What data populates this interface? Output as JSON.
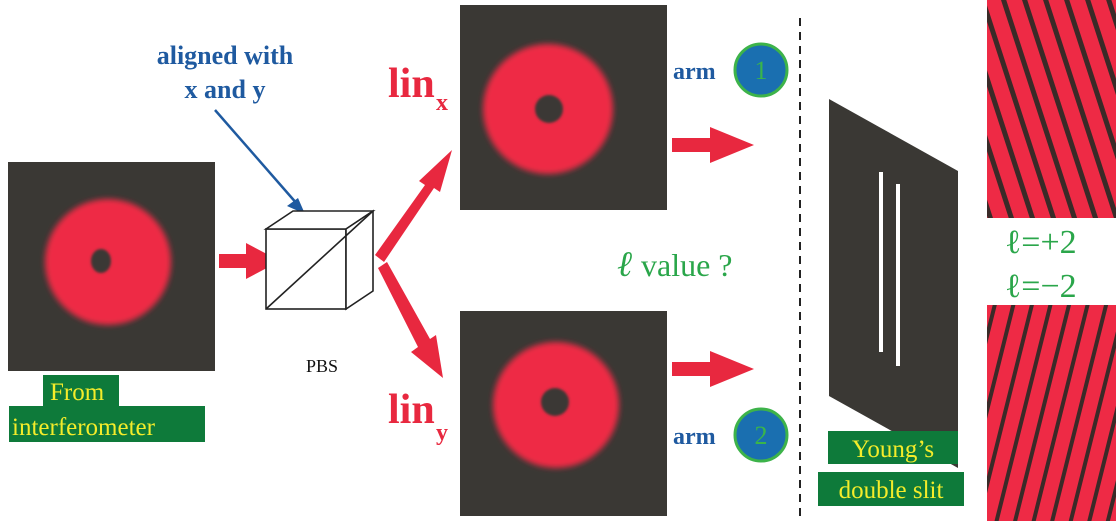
{
  "annotation": {
    "line1": "aligned with",
    "line2": "x and y"
  },
  "input": {
    "label_line1": "From",
    "label_line2": "interferometer"
  },
  "pbs": {
    "label": "PBS"
  },
  "outputs": {
    "top": {
      "lin": "lin",
      "sub": "x",
      "arm": "arm",
      "number": "1"
    },
    "bottom": {
      "lin": "lin",
      "sub": "y",
      "arm": "arm",
      "number": "2"
    }
  },
  "question": {
    "ell": "ℓ",
    "text": " value ?"
  },
  "slit": {
    "line1": "Young’s",
    "line2": "double slit"
  },
  "results": {
    "top": "ℓ=+2",
    "bottom": "ℓ=−2"
  },
  "colors": {
    "beam": "#ee2a45",
    "background_dark": "#3a3834",
    "arrow_red": "#e8283f",
    "text_blue": "#1f5aa0",
    "text_green": "#2aa64a",
    "highlight_green": "#0e7a3a",
    "highlight_text": "#f4ec2a",
    "badge_fill": "#1a6fb0",
    "badge_ring": "#3db34a",
    "badge_text": "#3ab54a"
  }
}
